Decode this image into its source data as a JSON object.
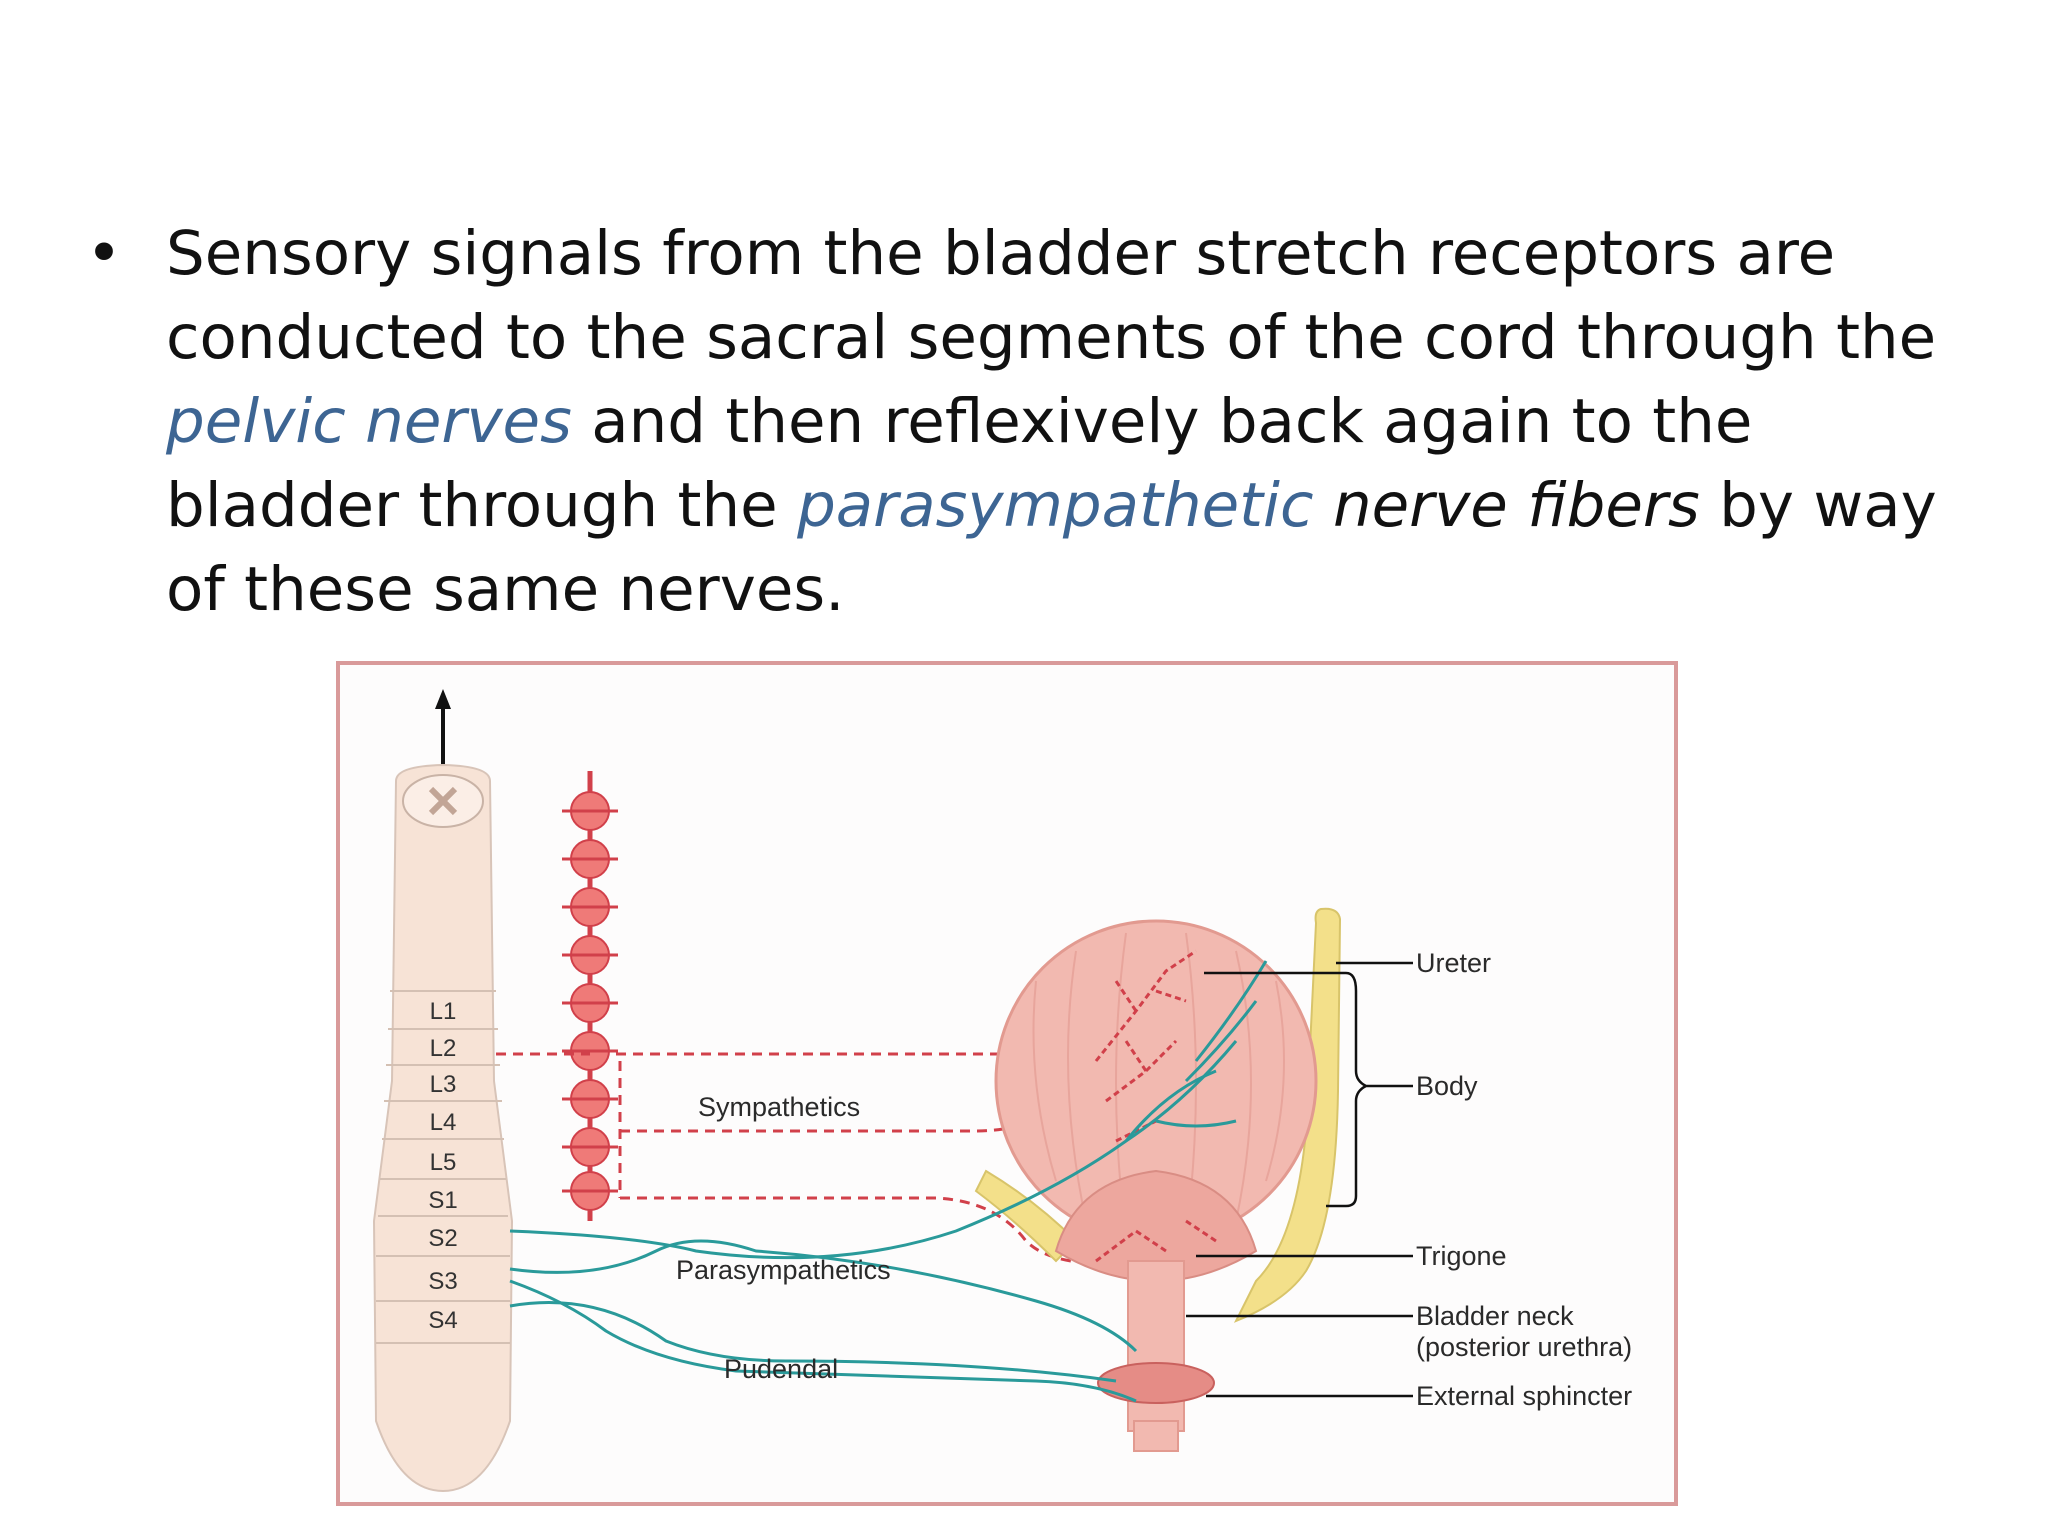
{
  "slide": {
    "bullet": "•",
    "text_runs": [
      {
        "text": "Sensory signals from the bladder stretch receptors are conducted to the sacral segments of the cord through the ",
        "style": "normal"
      },
      {
        "text": "pelvic nerves",
        "style": "italic-blue"
      },
      {
        "text": " and then reflexively back again to the bladder through the ",
        "style": "normal"
      },
      {
        "text": "parasympathetic",
        "style": "italic-blue"
      },
      {
        "text": " ",
        "style": "normal"
      },
      {
        "text": "nerve fibers",
        "style": "italic-black"
      },
      {
        "text": " by way of these same nerves.",
        "style": "normal"
      }
    ]
  },
  "diagram": {
    "segments": [
      "L1",
      "L2",
      "L3",
      "L4",
      "L5",
      "S1",
      "S2",
      "S3",
      "S4"
    ],
    "pathways": {
      "sympathetics": "Sympathetics",
      "parasympathetics": "Parasympathetics",
      "pudendal": "Pudendal"
    },
    "structures": {
      "ureter": "Ureter",
      "body": "Body",
      "trigone": "Trigone",
      "bladder_neck_1": "Bladder neck",
      "bladder_neck_2": "(posterior urethra)",
      "external_sphincter": "External sphincter"
    },
    "colors": {
      "frame": "#d99a9a",
      "sympathetic": "#d1404a",
      "parasympathetic": "#2a9a9a",
      "bladder": "#f2b9b0",
      "ureter": "#f3e08a",
      "cord": "#f7e3d6",
      "text_accent": "#3d6593"
    }
  }
}
